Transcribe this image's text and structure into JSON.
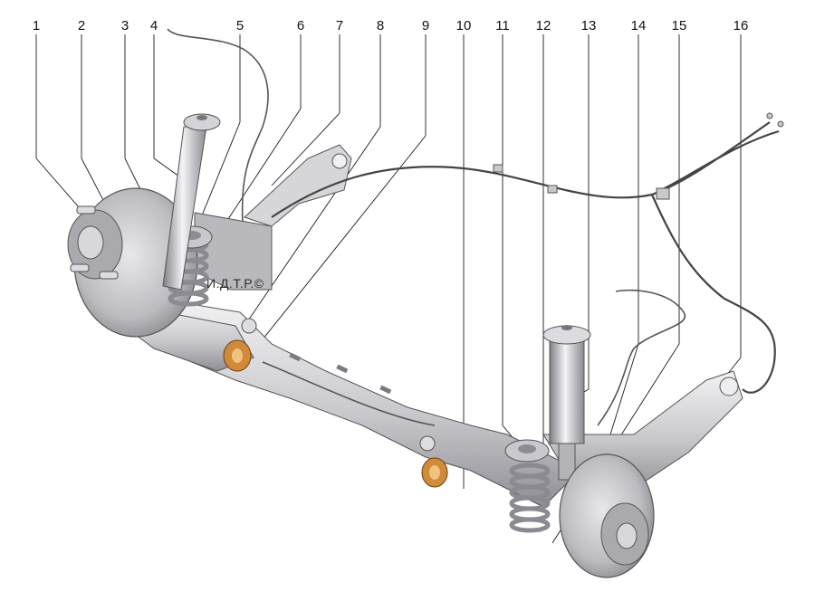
{
  "callouts": [
    "1",
    "2",
    "3",
    "4",
    "5",
    "6",
    "7",
    "8",
    "9",
    "10",
    "11",
    "12",
    "13",
    "14",
    "15",
    "16"
  ],
  "watermark": "И.Д.Т.Р.©",
  "colors": {
    "line": "#1a1a1a",
    "metal_light": "#e4e4e6",
    "metal_mid": "#bdbdc1",
    "metal_dark": "#8c8c92",
    "bushing": "#d08a3a",
    "spring": "#9a9aa0"
  }
}
